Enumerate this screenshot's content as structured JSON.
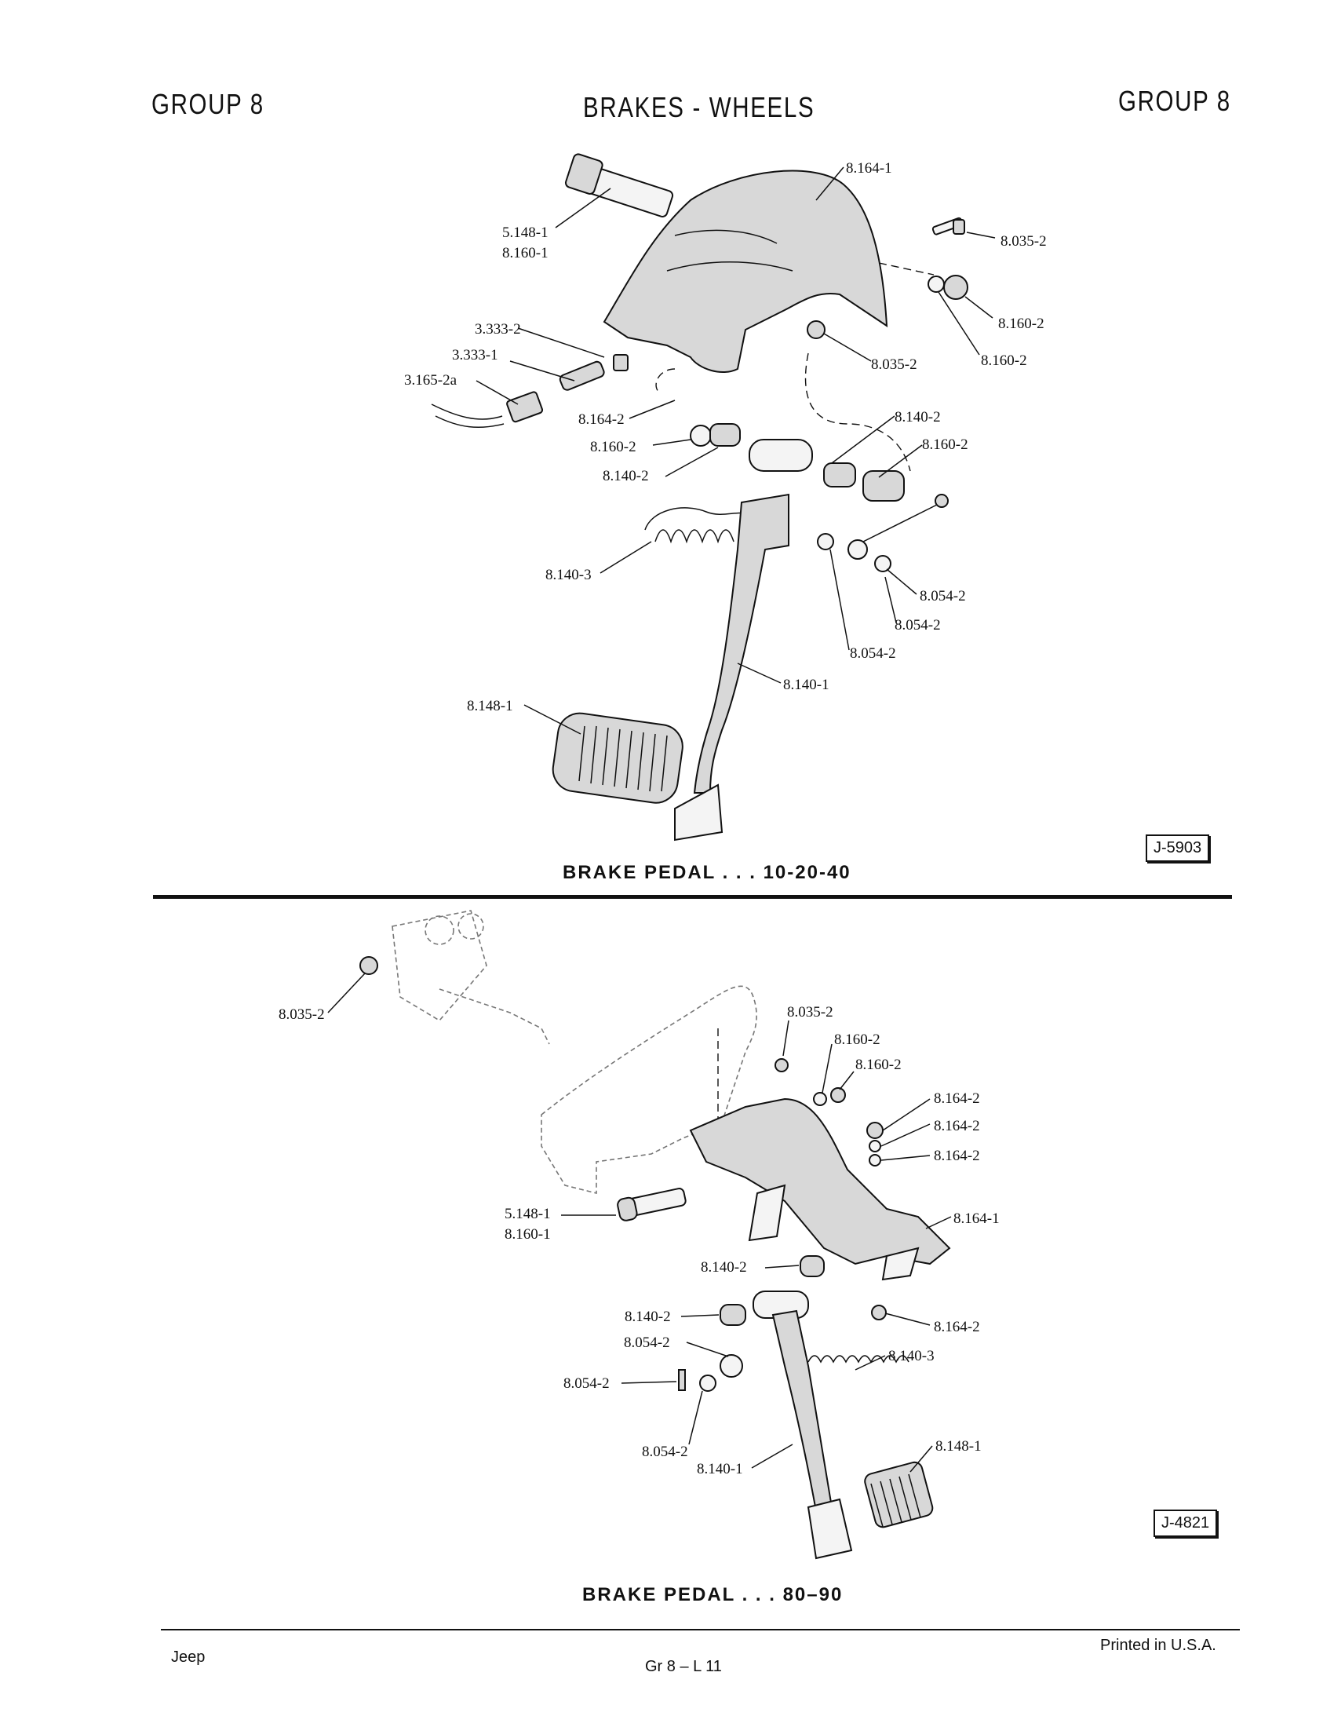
{
  "header": {
    "left": "GROUP 8",
    "center": "BRAKES - WHEELS",
    "right": "GROUP 8"
  },
  "figure_top": {
    "caption": "BRAKE PEDAL . . . 10-20-40",
    "figure_id": "J-5903",
    "labels": {
      "l01": "8.164-1",
      "l02": "5.148-1",
      "l03": "8.160-1",
      "l04": "8.035-2",
      "l05": "8.160-2",
      "l06": "3.333-2",
      "l07": "3.333-1",
      "l08": "3.165-2a",
      "l09": "8.035-2",
      "l10": "8.160-2",
      "l11": "8.164-2",
      "l12": "8.140-2",
      "l13": "8.160-2",
      "l14": "8.160-2",
      "l15": "8.140-2",
      "l16": "8.140-3",
      "l17": "8.054-2",
      "l18": "8.054-2",
      "l19": "8.054-2",
      "l20": "8.140-1",
      "l21": "8.148-1"
    }
  },
  "figure_bottom": {
    "caption": "BRAKE PEDAL . . . 80–90",
    "figure_id": "J-4821",
    "labels": {
      "m01": "8.035-2",
      "m02": "8.035-2",
      "m03": "8.160-2",
      "m04": "8.160-2",
      "m05": "8.164-2",
      "m06": "8.164-2",
      "m07": "8.164-2",
      "m08": "5.148-1",
      "m09": "8.160-1",
      "m10": "8.164-1",
      "m11": "8.140-2",
      "m12": "8.140-2",
      "m13": "8.054-2",
      "m14": "8.164-2",
      "m15": "8.140-3",
      "m16": "8.054-2",
      "m17": "8.054-2",
      "m18": "8.148-1",
      "m19": "8.140-1"
    }
  },
  "footer": {
    "left": "Jeep",
    "center": "Gr 8 – L 11",
    "right": "Printed in U.S.A."
  }
}
